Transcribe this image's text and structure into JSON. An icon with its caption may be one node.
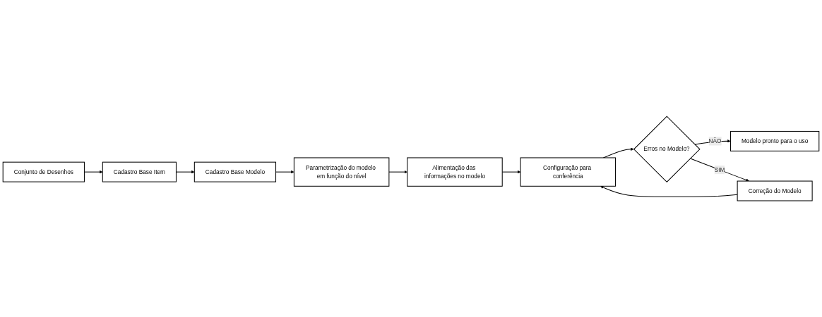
{
  "diagram": {
    "nodes": [
      {
        "text": [
          "Conjunto de Desenhos"
        ]
      },
      {
        "text": [
          "Cadastro Base Item"
        ]
      },
      {
        "text": [
          "Cadastro Base Modelo"
        ]
      },
      {
        "text": [
          "Parametrização do modelo em função do nível"
        ]
      },
      {
        "text": [
          "Alimentação das informações no modelo"
        ]
      },
      {
        "text": [
          "Configuração para conferência"
        ]
      },
      {
        "text": [
          "Erros no Modelo?"
        ]
      },
      {
        "text": [
          "Modelo pronto para o uso"
        ]
      },
      {
        "text": [
          "Correção do Modelo"
        ]
      }
    ],
    "edges": [
      {
        "from": 0,
        "to": 1,
        "arrow": "to"
      },
      {
        "from": 1,
        "to": 2,
        "arrow": "to"
      },
      {
        "from": 2,
        "to": 3,
        "arrow": "to"
      },
      {
        "from": 3,
        "to": 4,
        "arrow": "to"
      },
      {
        "from": 4,
        "to": 5,
        "arrow": "to"
      },
      {
        "from": 5,
        "to": 6,
        "arrow": "to"
      },
      {
        "from": 6,
        "to": 7,
        "label": "NÃO",
        "arrow": "to"
      },
      {
        "from": 6,
        "to": 8,
        "label": "SIM",
        "arrow": "to"
      },
      {
        "from": 8,
        "to": 5,
        "arrow": "to"
      }
    ]
  }
}
